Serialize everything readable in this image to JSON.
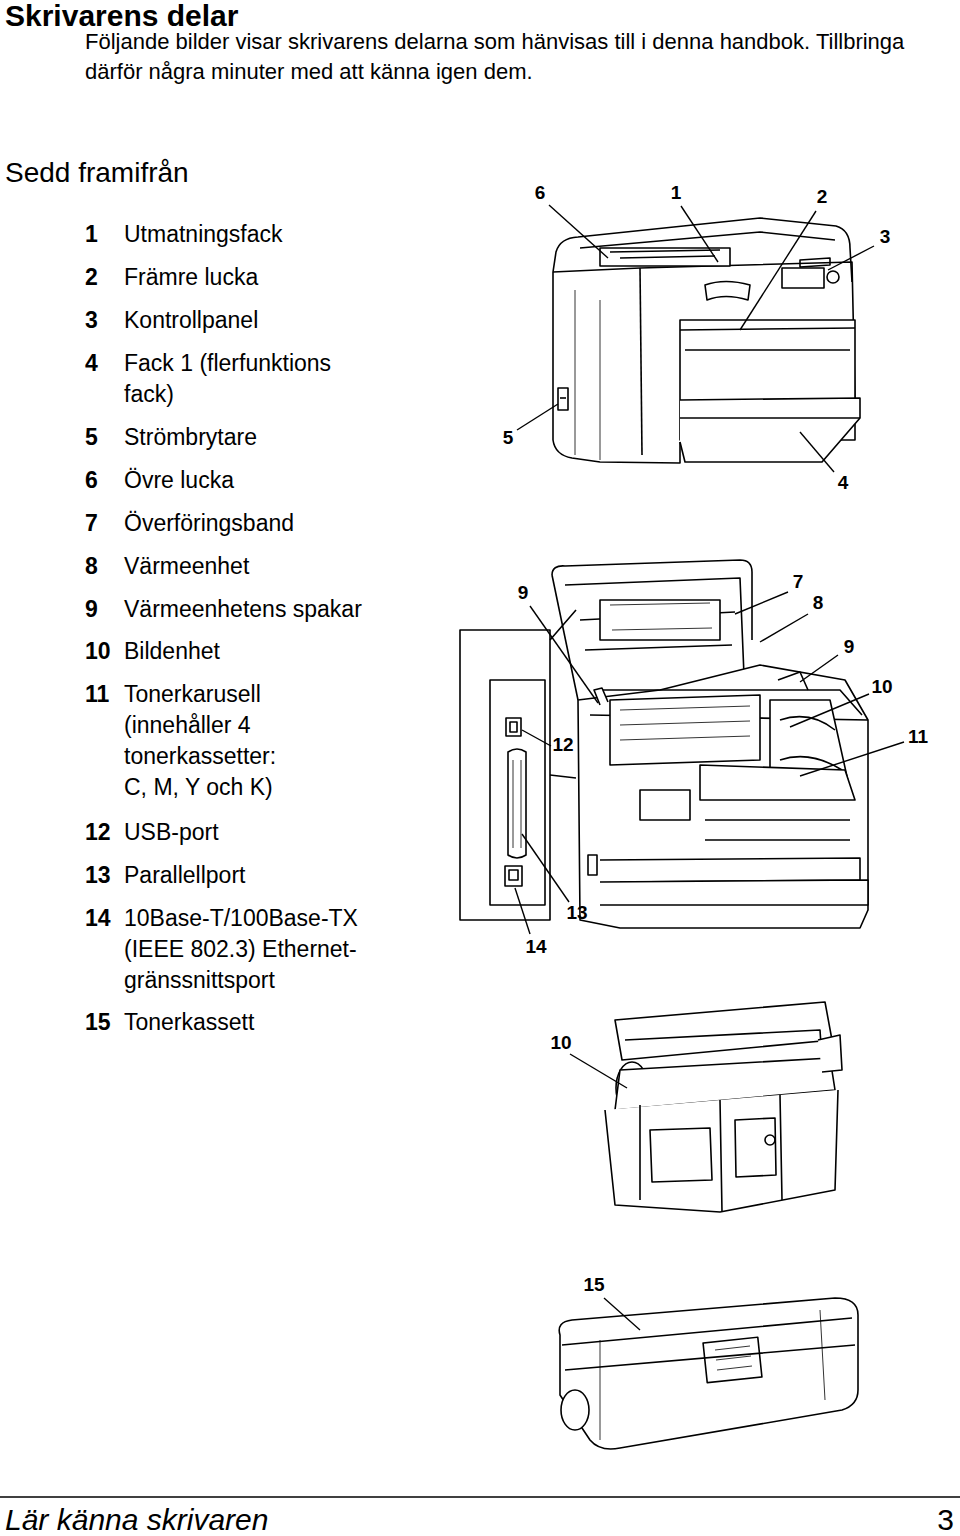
{
  "diagram": {
    "title": "Skrivarens delar",
    "labels": [
      "Följande bilder visar skrivarens delarna som hänvisas till i denna handbok. Tillbringa därför några minuter med att känna igen dem.",
      "Sedd framifrån",
      "1",
      "Utmatningsfack",
      "2",
      "Främre lucka",
      "3",
      "Kontrollpanel",
      "4",
      "Fack 1 (flerfunktions fack)",
      "5",
      "Strömbrytare",
      "6",
      "Övre lucka",
      "7",
      "Överföringsband",
      "8",
      "Värmeenhet",
      "9",
      "Värmeenhetens spakar",
      "10",
      "Bildenhet",
      "11",
      "Tonerkarusell (innehåller 4 tonerkassetter: C, M, Y och K)",
      "12",
      "USB-port",
      "13",
      "Parallellport",
      "14",
      "10Base-T/100Base-TX (IEEE 802.3) Ethernet-gränssnittsport",
      "15",
      "Tonerkassett",
      "6",
      "1",
      "2",
      "3",
      "5",
      "4",
      "9",
      "7",
      "8",
      "9",
      "10",
      "11",
      "12",
      "13",
      "14",
      "10",
      "15",
      "Lär känna skrivaren",
      "3"
    ]
  }
}
